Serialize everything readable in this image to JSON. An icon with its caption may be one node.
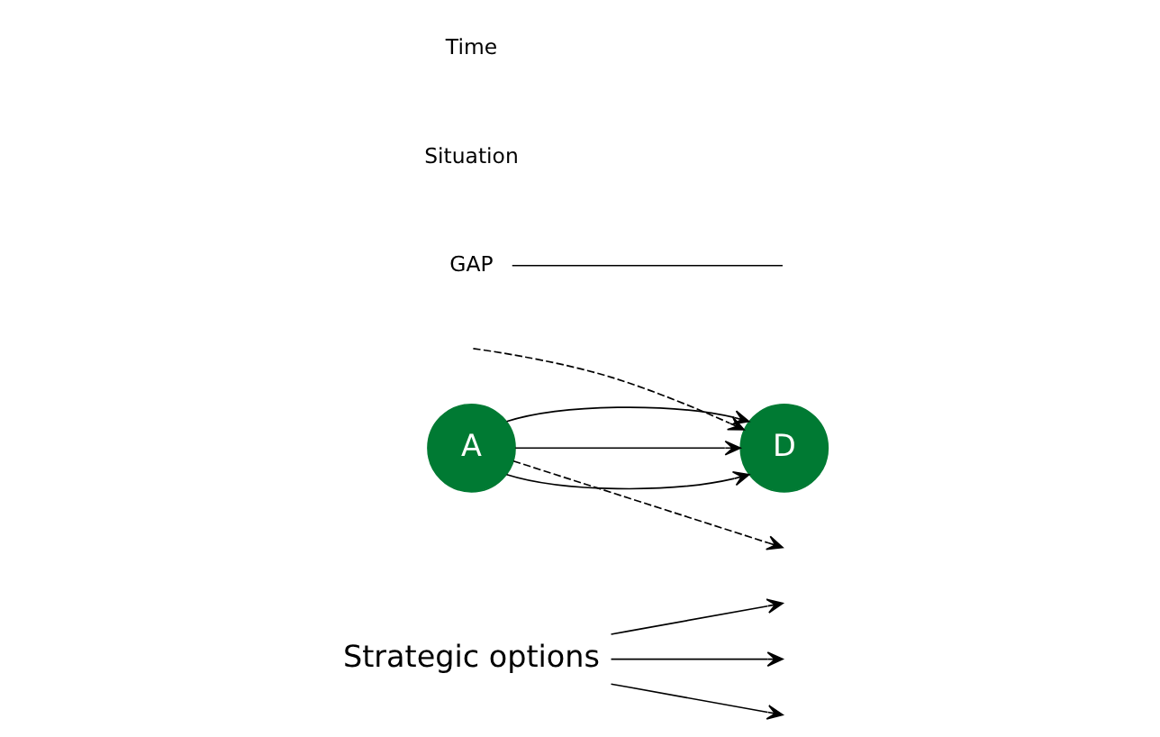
{
  "diagram": {
    "nodes": [
      {
        "text": [
          "Strategic options"
        ]
      },
      {
        "text": [
          "D"
        ]
      },
      {
        "text": [
          "GAP"
        ]
      },
      {
        "text": [
          "A"
        ]
      }
    ],
    "edges": [
      {
        "from": 3,
        "to": 1,
        "arrow": "to"
      },
      {
        "from": 3,
        "to": 1,
        "arrow": "to"
      },
      {
        "from": 3,
        "to": 1,
        "arrow": "to"
      },
      {
        "from": 0,
        "to": null,
        "arrow": "to"
      },
      {
        "from": 0,
        "to": null,
        "arrow": "to"
      },
      {
        "from": 0,
        "to": null,
        "arrow": "to"
      },
      {
        "from": 3,
        "to": null,
        "arrow": "to",
        "style": "dashed"
      },
      {
        "from": null,
        "to": 1,
        "arrow": "to",
        "style": "dashed"
      },
      {
        "from": 2,
        "to": null,
        "arrow": "none"
      }
    ],
    "labels": [
      "Situation",
      "Time"
    ]
  }
}
